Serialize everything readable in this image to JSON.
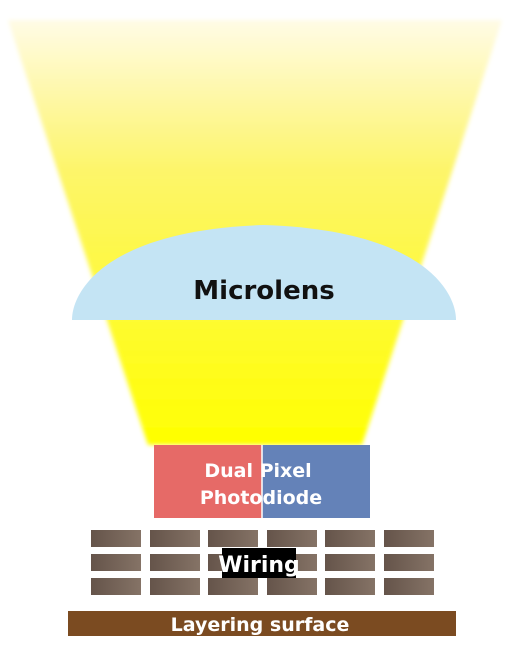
{
  "labels": {
    "microlens": "Microlens",
    "photodiode_line1": "Dual Pixel",
    "photodiode_line2": "Photodiode",
    "wiring": "Wiring",
    "layering_surface": "Layering surface"
  },
  "colors": {
    "light_top": "#fffbe6",
    "light_mid": "#fdf56b",
    "light_bottom": "#ffff00",
    "microlens": "#c4e4f4",
    "photodiode_left": "#e66a67",
    "photodiode_right": "#6482b8",
    "wiring_block_light": "#857366",
    "wiring_block_dark": "#65544a",
    "wiring_label_bg": "#000000",
    "layering_surface": "#7b4b21"
  }
}
